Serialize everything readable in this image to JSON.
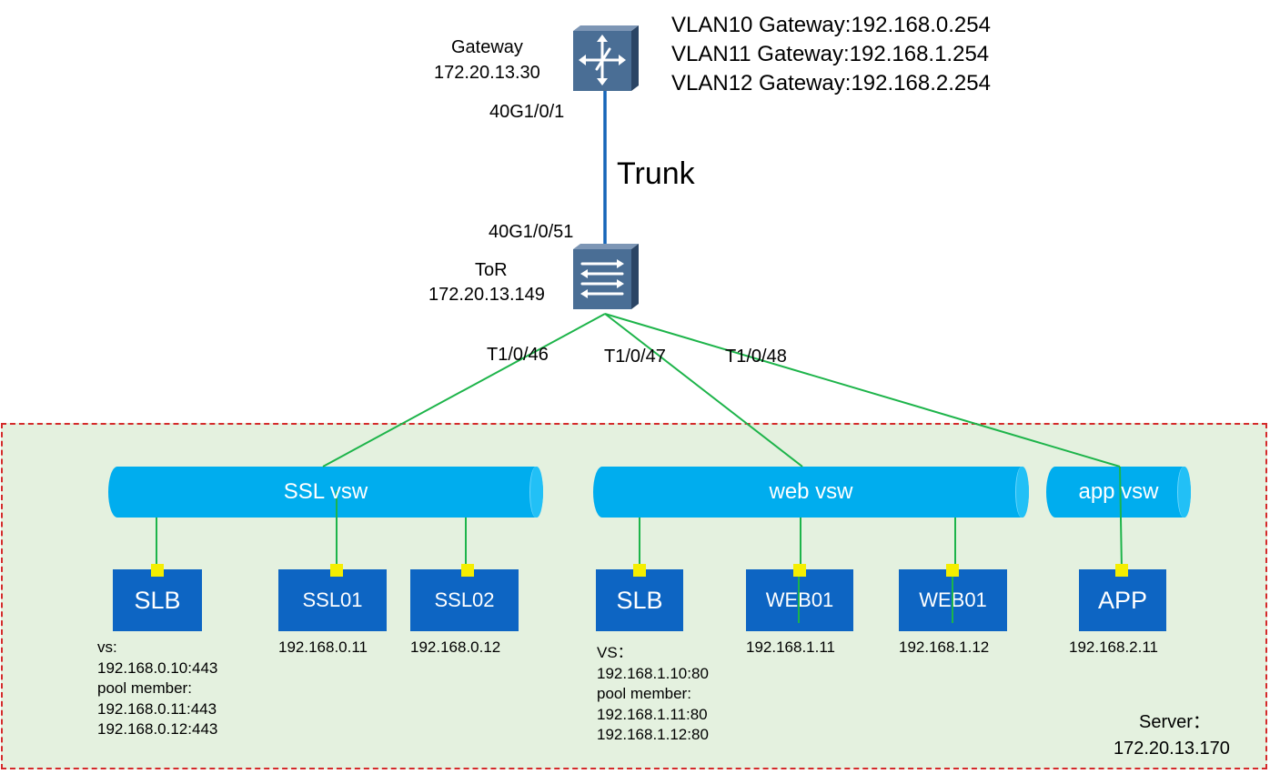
{
  "gateway": {
    "name": "Gateway",
    "ip": "172.20.13.30",
    "port": "40G1/0/1",
    "vlans": [
      "VLAN10 Gateway:192.168.0.254",
      "VLAN11 Gateway:192.168.1.254",
      "VLAN12 Gateway:192.168.2.254"
    ]
  },
  "link": {
    "label": "Trunk"
  },
  "tor": {
    "name": "ToR",
    "ip": "172.20.13.149",
    "uplink_port": "40G1/0/51",
    "downlinks": [
      "T1/0/46",
      "T1/0/47",
      "T1/0/48"
    ]
  },
  "vswitches": [
    "SSL vsw",
    "web vsw",
    "app vsw"
  ],
  "nodes": [
    {
      "label": "SLB",
      "ip": ""
    },
    {
      "label": "SSL01",
      "ip": "192.168.0.11"
    },
    {
      "label": "SSL02",
      "ip": "192.168.0.12"
    },
    {
      "label": "SLB",
      "ip": ""
    },
    {
      "label": "WEB01",
      "ip": "192.168.1.11"
    },
    {
      "label": "WEB01",
      "ip": "192.168.1.12"
    },
    {
      "label": "APP",
      "ip": "192.168.2.11"
    }
  ],
  "slb_ssl_info": [
    "vs:",
    "192.168.0.10:443",
    "pool member:",
    "192.168.0.11:443",
    "192.168.0.12:443"
  ],
  "slb_web_info": [
    "VS：",
    "192.168.1.10:80",
    "pool member:",
    "192.168.1.11:80",
    "192.168.1.12:80"
  ],
  "server": {
    "label": "Server：",
    "ip": "172.20.13.170"
  },
  "colors": {
    "trunk_link": "#1565b8",
    "green_link": "#1db44a",
    "vsw": "#00adee",
    "node": "#0d65c3",
    "port": "#f5ee00",
    "zone_fill": "#e4f1df",
    "zone_border": "#d42a2a"
  },
  "icons": {
    "gateway": "router-icon",
    "tor": "switch-icon"
  }
}
